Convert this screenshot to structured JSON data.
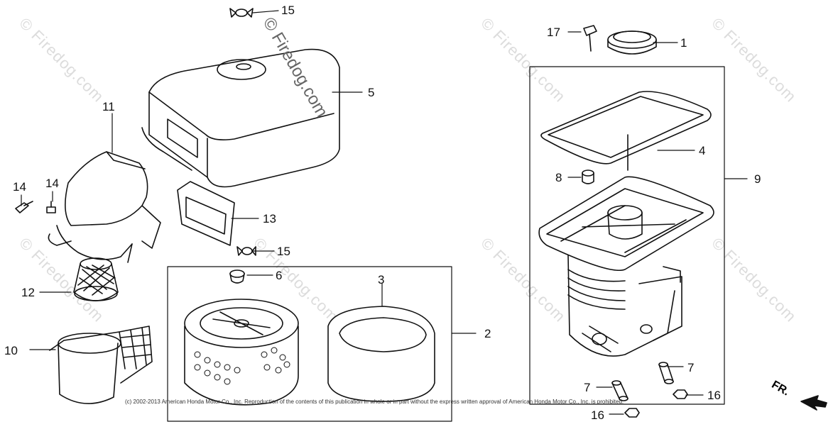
{
  "diagram": {
    "callouts": {
      "c1": "1",
      "c2": "2",
      "c3": "3",
      "c4": "4",
      "c5": "5",
      "c6": "6",
      "c7a": "7",
      "c7b": "7",
      "c8": "8",
      "c9": "9",
      "c10": "10",
      "c11": "11",
      "c12": "12",
      "c13": "13",
      "c14a": "14",
      "c14b": "14",
      "c15a": "15",
      "c15b": "15",
      "c16a": "16",
      "c16b": "16",
      "c17": "17"
    },
    "watermark": "© Firedog.com",
    "watermark_repeat": "© Firedog.com",
    "copyright": "(c) 2002-2013 American Honda Motor Co., Inc. Reproduction of the contents of this publication in whole or in part without the express written approval of American Honda Motor Co., Inc. is prohibited.",
    "front_indicator": "FR."
  }
}
